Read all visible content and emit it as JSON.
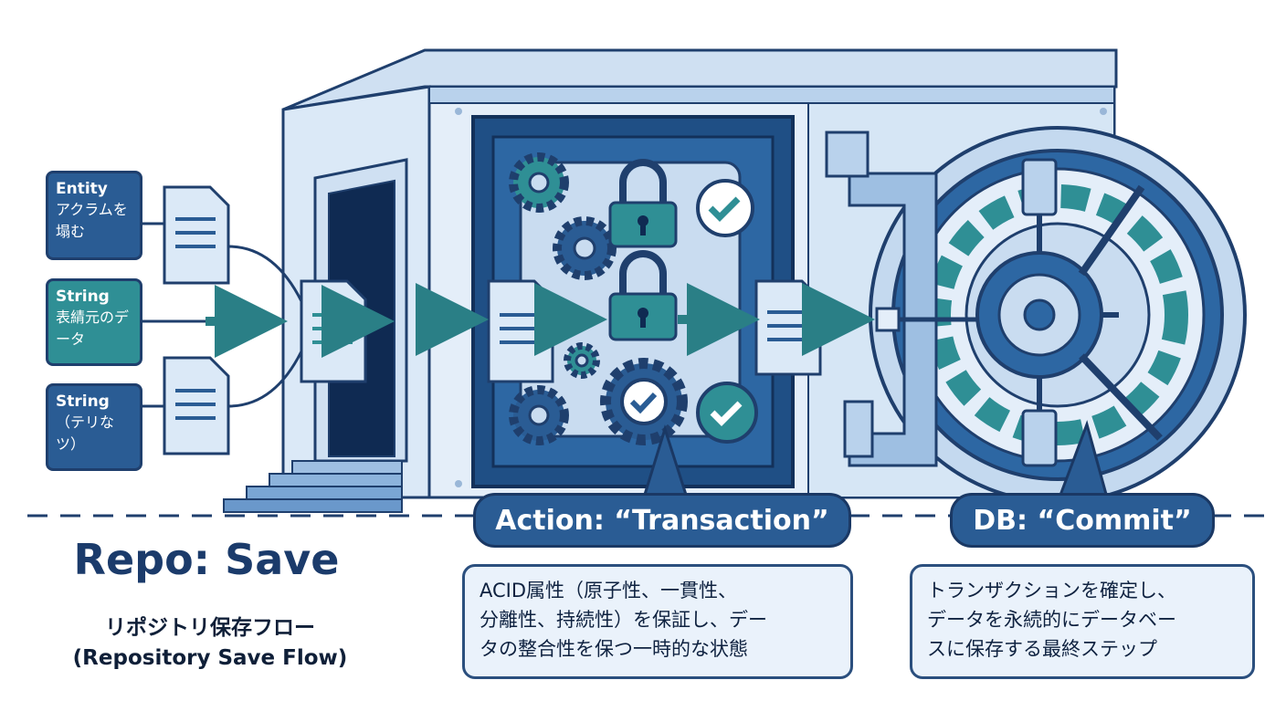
{
  "inputs": [
    {
      "type": "Entity",
      "desc": "アクラムを塌む",
      "color": "#2a5c94"
    },
    {
      "type": "String",
      "desc": "表綪元のデータ",
      "color": "#2f8f95"
    },
    {
      "type": "String",
      "desc": "（テリなツ）",
      "color": "#2a5c94"
    }
  ],
  "callouts": {
    "transaction": "Action: “Transaction”",
    "commit": "DB: “Commit”"
  },
  "descriptions": {
    "transaction": [
      "ACID属性（原子性、一貫性、",
      "分離性、持続性）を保証し、デー",
      "タの整合性を保つ一時的な状態"
    ],
    "commit": [
      "トランザクションを確定し、",
      "データを永続的にデータベー",
      "スに保存する最終ステップ"
    ]
  },
  "heading": {
    "title": "Repo: Save",
    "subtitle_jp": "リポジトリ保存フロー",
    "subtitle_en": "(Repository Save Flow)"
  },
  "colors": {
    "navy": "#1f3f6d",
    "blue": "#2a5c94",
    "teal": "#2f8f95",
    "light": "#dbe9f7"
  }
}
